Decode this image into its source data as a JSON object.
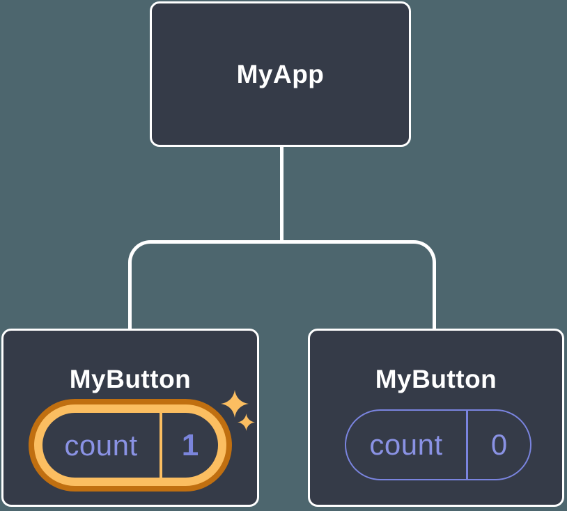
{
  "palette": {
    "canvas_background": "#4D666E",
    "node_background": "#353B48",
    "node_border": "#FFFFFF",
    "connector_line": "#FFFFFF",
    "label_text": "#FFFFFF",
    "state_text_purple": "#8A92E4",
    "state_value_changed_purple": "#7B85DC",
    "state_pill_border_purple": "#7A84DF",
    "highlight_ring_outer_orange": "#C06F10",
    "highlight_ring_inner_gold": "#FBBE61",
    "sparkle_gold": "#FBBE61"
  },
  "icons": {
    "sparkles": "four-point-star-sparkles"
  },
  "tree": {
    "root": {
      "label": "MyApp"
    },
    "children": [
      {
        "label": "MyButton",
        "state": {
          "key": "count",
          "value": "1"
        },
        "highlighted": true,
        "icon": "sparkles"
      },
      {
        "label": "MyButton",
        "state": {
          "key": "count",
          "value": "0"
        },
        "highlighted": false
      }
    ]
  }
}
